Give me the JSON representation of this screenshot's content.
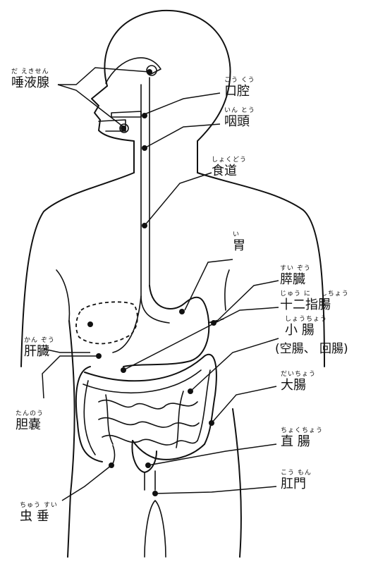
{
  "labels": {
    "salivary": {
      "ruby": "だ えきせん",
      "text": "唾液腺"
    },
    "mouth": {
      "ruby": "こう くう",
      "text": "口腔"
    },
    "pharynx": {
      "ruby": "いん とう",
      "text": "咽頭"
    },
    "esophagus": {
      "ruby": "しょくどう",
      "text": "食道"
    },
    "stomach": {
      "ruby": "い",
      "text": "胃"
    },
    "pancreas": {
      "ruby": "すい ぞう",
      "text": "膵臓"
    },
    "duodenum": {
      "ruby": "じゅう に　 しちょう",
      "text": "十二指腸"
    },
    "small_intestine": {
      "ruby": "しょうちょう",
      "text": "小 腸",
      "sub": "(空腸、 回腸)"
    },
    "liver": {
      "ruby": "かん ぞう",
      "text": "肝臓"
    },
    "large_intestine": {
      "ruby": "だいちょう",
      "text": "大腸"
    },
    "gallbladder": {
      "ruby": "たんのう",
      "text": "胆嚢"
    },
    "rectum": {
      "ruby": "ちょくちょう",
      "text": "直 腸"
    },
    "anus": {
      "ruby": "こう もん",
      "text": "肛門"
    },
    "appendix": {
      "ruby": "ちゅう すい",
      "text": "虫 垂"
    }
  }
}
